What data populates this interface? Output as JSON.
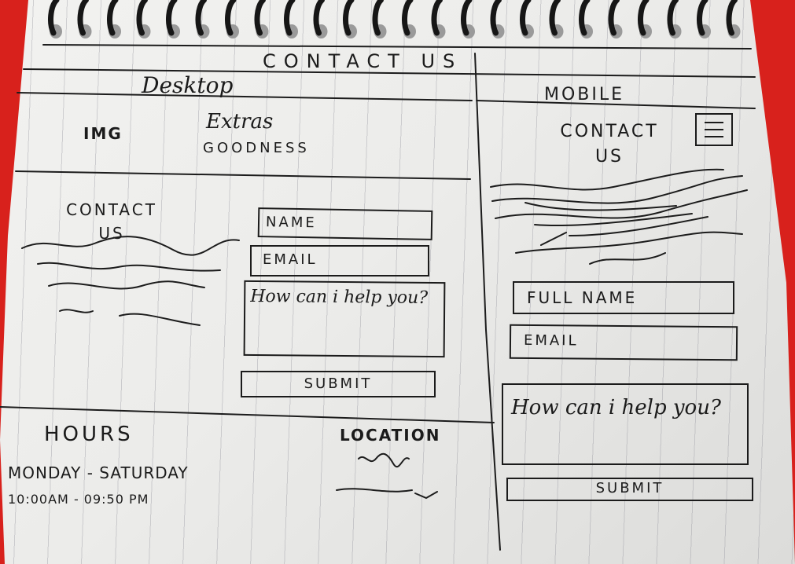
{
  "sketch": {
    "title": "CONTACT US",
    "desktop": {
      "label": "Desktop",
      "logo": "IMG",
      "brand_script": "Extras",
      "brand": "GOODNESS",
      "heading": "CONTACT US",
      "name_field": "NAME",
      "email_field": "EMAIL",
      "message_field": "How can i help you?",
      "submit": "SUBMIT",
      "hours_heading": "HOURS",
      "hours_days": "MONDAY - SATURDAY",
      "hours_time": "10:00AM - 09:50 PM",
      "location_heading": "LOCATION"
    },
    "mobile": {
      "label": "MOBILE",
      "heading": "CONTACT US",
      "menu_icon": "hamburger-menu-icon",
      "name_field": "FULL NAME",
      "email_field": "EMAIL",
      "message_field": "How can i help you?",
      "submit": "SUBMIT"
    }
  }
}
